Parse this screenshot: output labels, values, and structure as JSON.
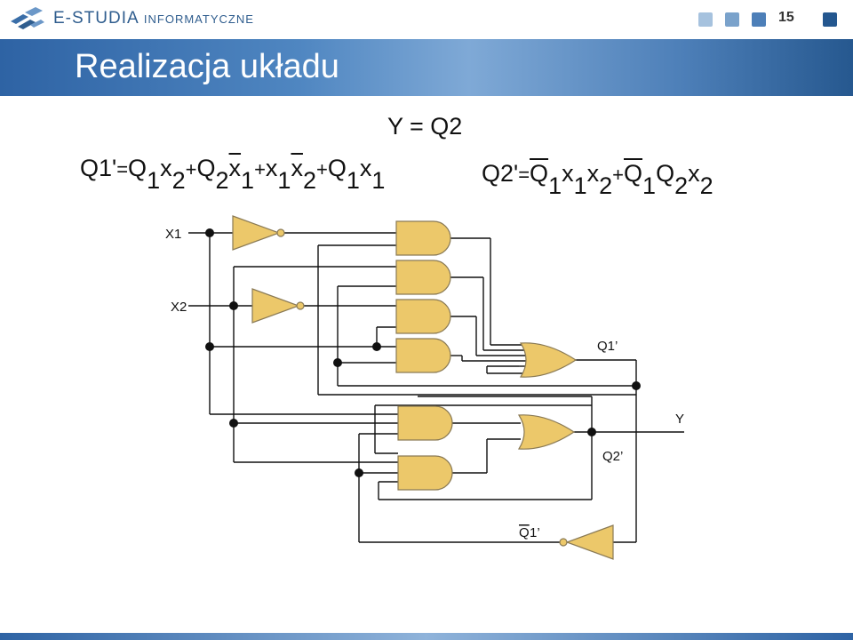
{
  "header": {
    "brand_main": "E-STUDIA",
    "brand_sub": "INFORMATYCZNE",
    "page_number": "15",
    "squares": [
      "#a6c2de",
      "#7aa2cb",
      "#4d7fb8",
      "#24578f"
    ]
  },
  "slide": {
    "title": "Realizacja układu",
    "output_equation": "Y = Q2"
  },
  "formula_q1": {
    "lhs": "Q1'",
    "eq": "=",
    "plus": "+",
    "t1a": "Q",
    "t1a_sub": "1",
    "t1b": "x",
    "t1b_sub": "2",
    "t2a": "Q",
    "t2a_sub": "2",
    "t2b": "x",
    "t2b_sub": "1",
    "t3a": "x",
    "t3a_sub": "1",
    "t3b": "x",
    "t3b_sub": "2",
    "t4a": "Q",
    "t4a_sub": "1",
    "t4b": "x",
    "t4b_sub": "1"
  },
  "formula_q2": {
    "lhs": "Q2'",
    "eq": "=",
    "plus": "+",
    "t1a": "Q",
    "t1a_sub": "1",
    "t1b": "x",
    "t1b_sub": "1",
    "t1c": "x",
    "t1c_sub": "2",
    "t2a": "Q",
    "t2a_sub": "1",
    "t2b": "Q",
    "t2b_sub": "2",
    "t2c": "x",
    "t2c_sub": "2"
  },
  "circuit": {
    "label_x1": "X1",
    "label_x2": "X2",
    "label_q1": "Q1’",
    "label_q2": "Q2’",
    "label_y": "Y",
    "label_nq1_bar": "Q",
    "label_nq1_rest": "1’",
    "gate_fill": "#ecc86a",
    "gate_stroke": "#8a7a55",
    "wire_color": "#111111"
  }
}
